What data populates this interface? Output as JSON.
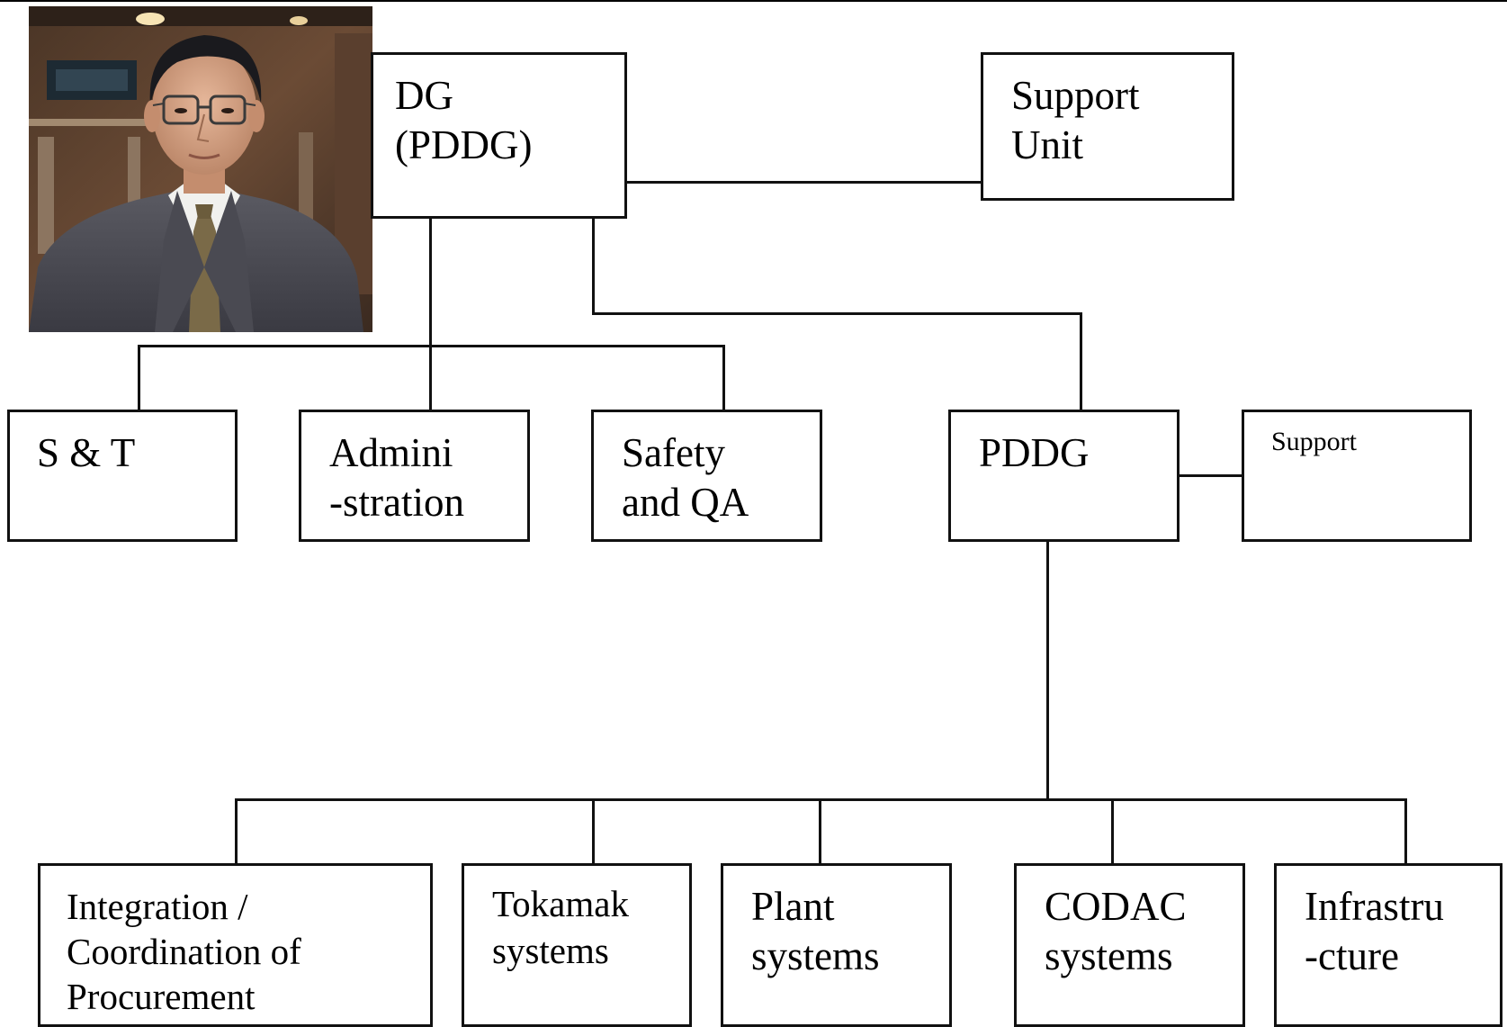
{
  "chart": {
    "nodes": {
      "dg": "DG\n(PDDG)",
      "support_unit": "Support\nUnit",
      "s_and_t": "S & T",
      "administration": "Admini\n-stration",
      "safety_qa": "Safety\nand QA",
      "pddg": "PDDG",
      "support": "Support",
      "integration": "Integration /\nCoordination of\nProcurement",
      "tokamak": "Tokamak\nsystems",
      "plant": "Plant\nsystems",
      "codac": "CODAC\nsystems",
      "infrastructure": "Infrastru\n-cture"
    }
  }
}
